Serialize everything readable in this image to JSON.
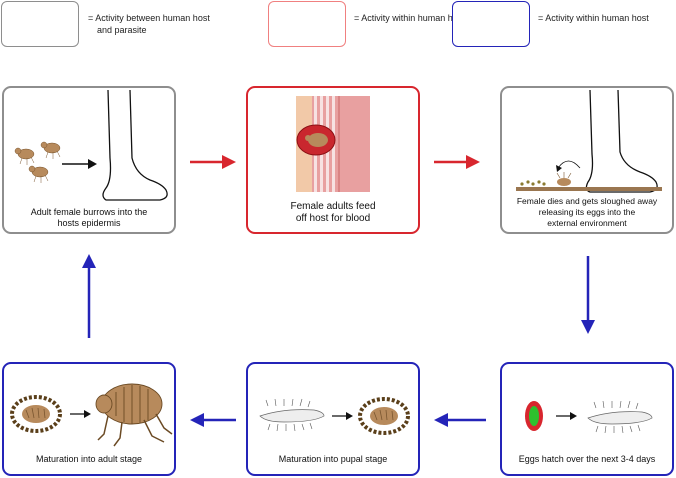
{
  "legend": [
    {
      "label": "= Activity between human host and parasite",
      "line1": "= Activity between human host",
      "line2": "and parasite",
      "color": "#8e8e8e"
    },
    {
      "label": "= Activity within human host",
      "color": "#f08080"
    },
    {
      "label": "= Activity within human host",
      "color": "#2424b8"
    }
  ],
  "panels": {
    "burrow": {
      "line1": "Adult female burrows into the",
      "line2": "hosts epidermis"
    },
    "feed": {
      "line1": "Female adults feed",
      "line2": "off host for blood"
    },
    "die": {
      "line1": "Female dies and gets sloughed away",
      "line2": "releasing its eggs into the",
      "line3": "external environment"
    },
    "hatch": {
      "line1": "Eggs hatch over the next 3-4 days"
    },
    "pupal": {
      "line1": "Maturation into pupal stage"
    },
    "adult": {
      "line1": "Maturation into adult stage"
    }
  },
  "colors": {
    "gray": "#8e8e8e",
    "red": "#d8262e",
    "blue": "#2424b8",
    "flea": "#b78a5c",
    "skin": "#e8a0a0"
  }
}
